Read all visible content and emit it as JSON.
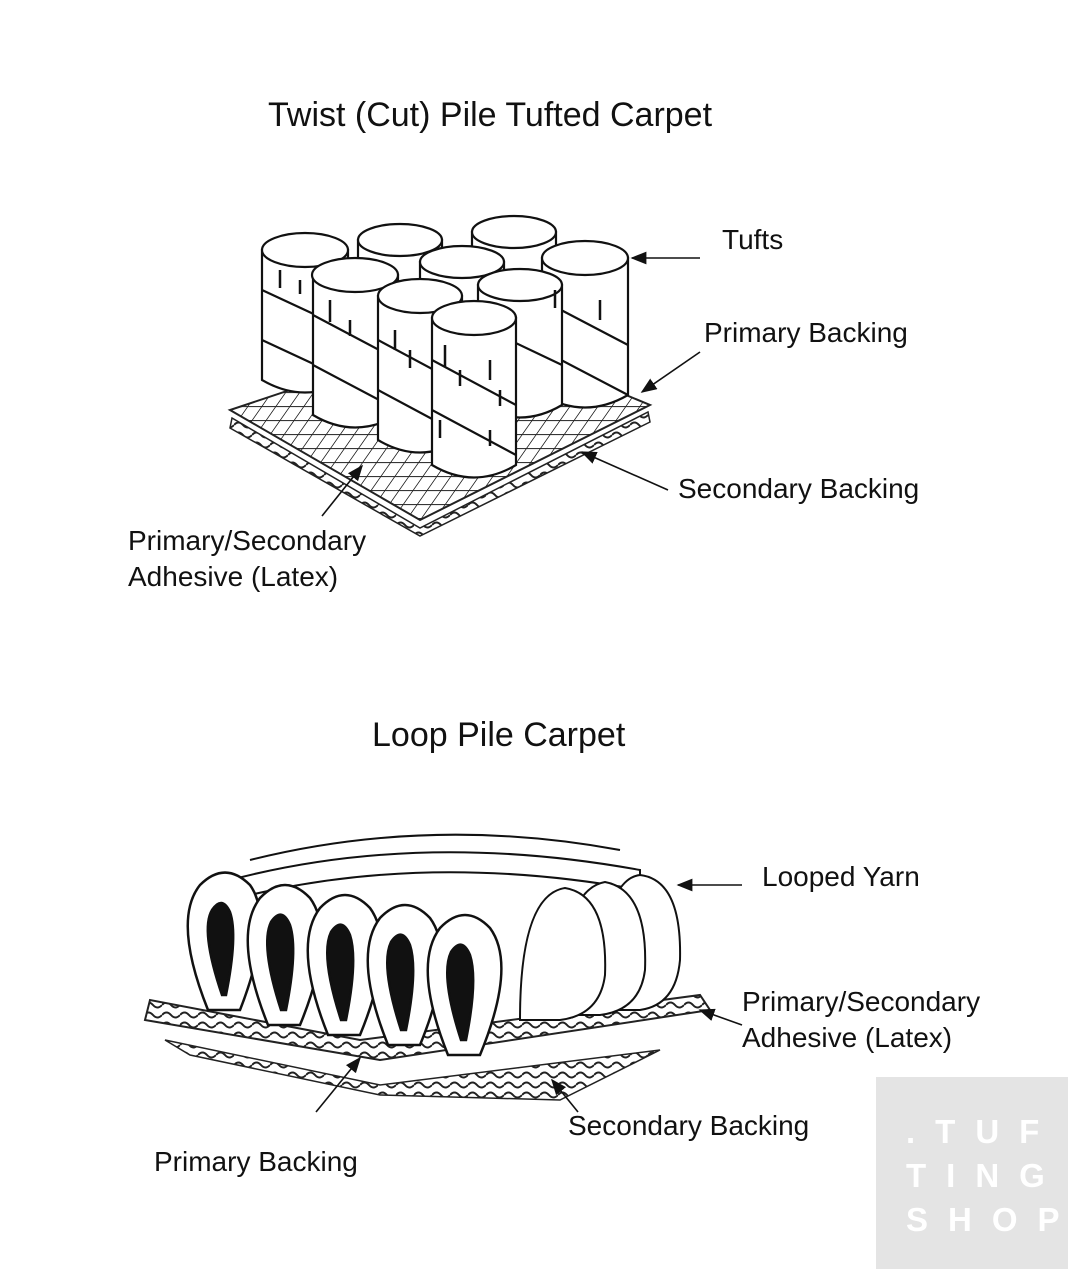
{
  "diagrams": [
    {
      "title": "Twist (Cut) Pile Tufted Carpet",
      "labels": {
        "tufts": "Tufts",
        "primary_backing": "Primary Backing",
        "secondary_backing": "Secondary Backing",
        "adhesive_line1": "Primary/Secondary",
        "adhesive_line2": "Adhesive (Latex)"
      }
    },
    {
      "title": "Loop Pile Carpet",
      "labels": {
        "looped_yarn": "Looped Yarn",
        "adhesive_line1": "Primary/Secondary",
        "adhesive_line2": "Adhesive (Latex)",
        "secondary_backing": "Secondary Backing",
        "primary_backing": "Primary Backing"
      }
    }
  ],
  "watermark": {
    "lines": [
      ".TUF",
      "TING",
      "SHOP"
    ]
  }
}
